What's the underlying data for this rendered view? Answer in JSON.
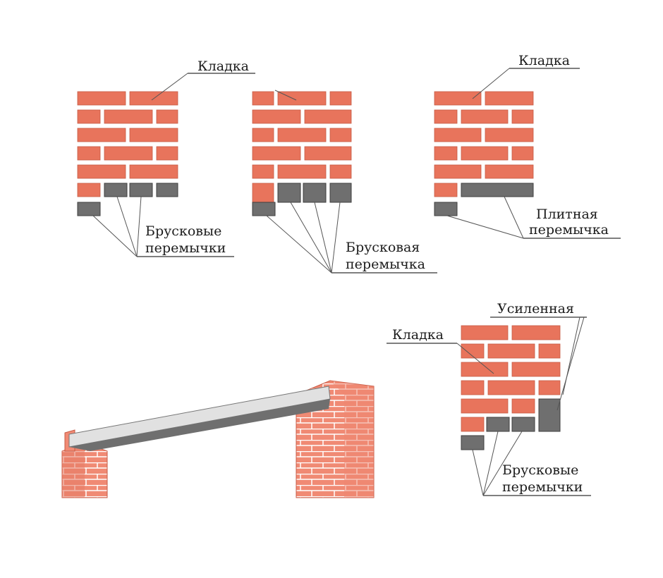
{
  "labels": {
    "kladka": "Кладка",
    "bruskovye_peremychki": [
      "Брусковые",
      "перемычки"
    ],
    "bruskovaya_peremychka": [
      "Брусковая",
      "перемычка"
    ],
    "plitnaya_peremychka": [
      "Плитная",
      "перемычка"
    ],
    "usilennaya": "Усиленная"
  },
  "colors": {
    "brick": "#e8745c",
    "lintel": "#6f6f6f",
    "mortar": "#ffffff",
    "beam": "#d8d8d8"
  }
}
